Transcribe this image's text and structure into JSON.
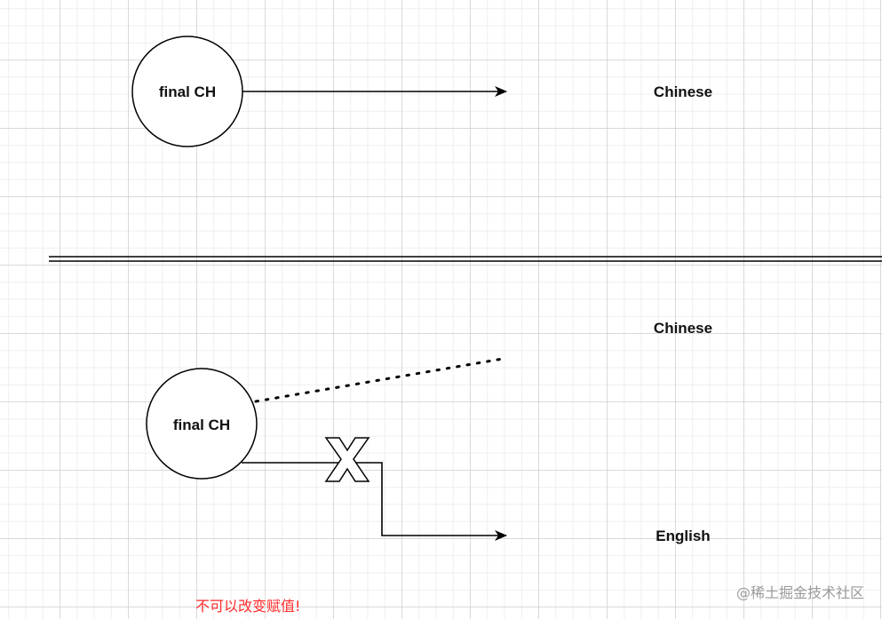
{
  "diagram": {
    "top": {
      "node_label": "final CH",
      "target_label": "Chinese"
    },
    "bottom": {
      "node_label": "final CH",
      "old_target_label": "Chinese",
      "new_target_label": "English",
      "blocked_mark": "X"
    },
    "note": "不可以改变赋值!",
    "watermark": "@稀土掘金技术社区"
  },
  "colors": {
    "line": "#000000",
    "note": "#ff2a2a",
    "watermark": "#9a9a9a",
    "grid": "#d9d9d9"
  }
}
